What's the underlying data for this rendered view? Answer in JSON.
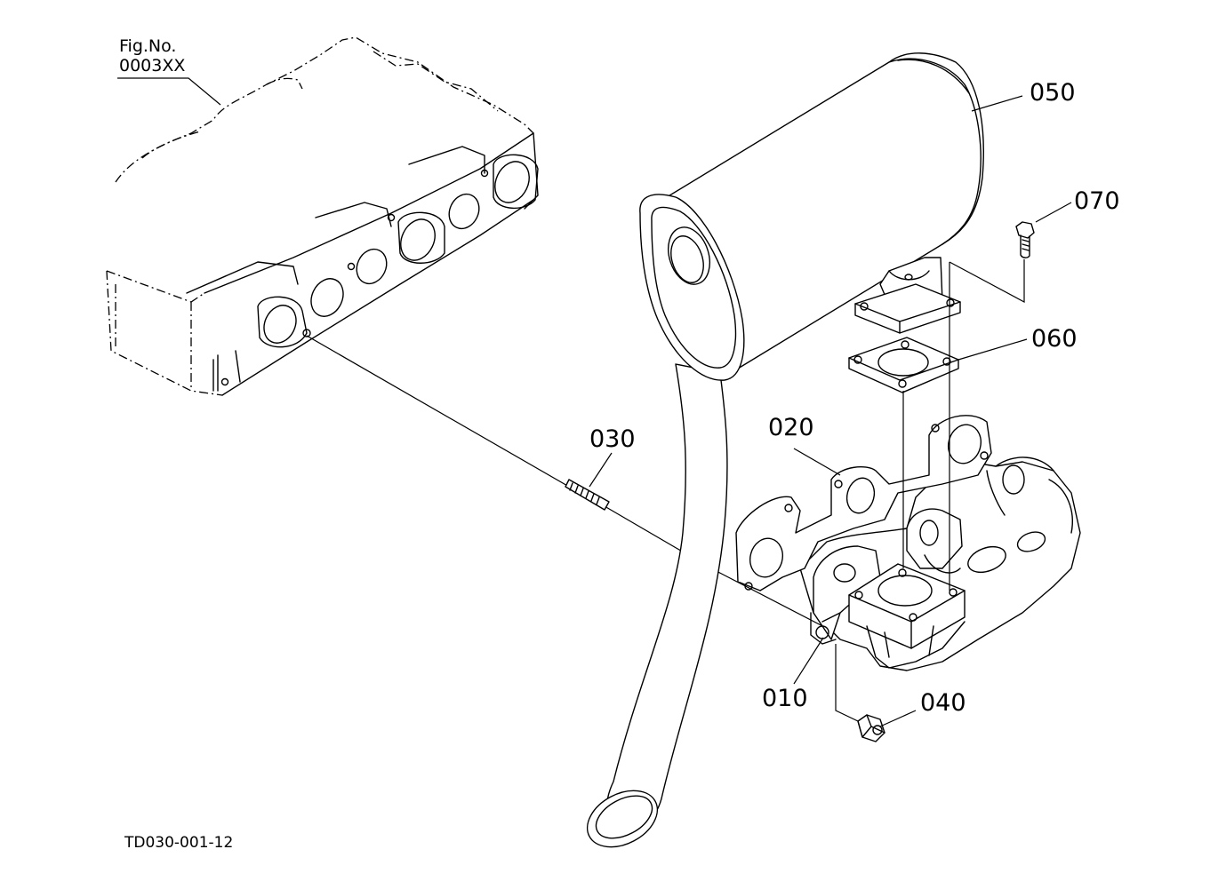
{
  "figure": {
    "reference_label_line1": "Fig.No.",
    "reference_label_line2": "0003XX",
    "drawing_code": "TD030-001-12"
  },
  "parts": [
    {
      "number": "010",
      "description": ""
    },
    {
      "number": "020",
      "description": ""
    },
    {
      "number": "030",
      "description": ""
    },
    {
      "number": "040",
      "description": ""
    },
    {
      "number": "050",
      "description": ""
    },
    {
      "number": "060",
      "description": ""
    },
    {
      "number": "070",
      "description": ""
    }
  ],
  "colors": {
    "line": "#000000",
    "background": "#ffffff"
  }
}
